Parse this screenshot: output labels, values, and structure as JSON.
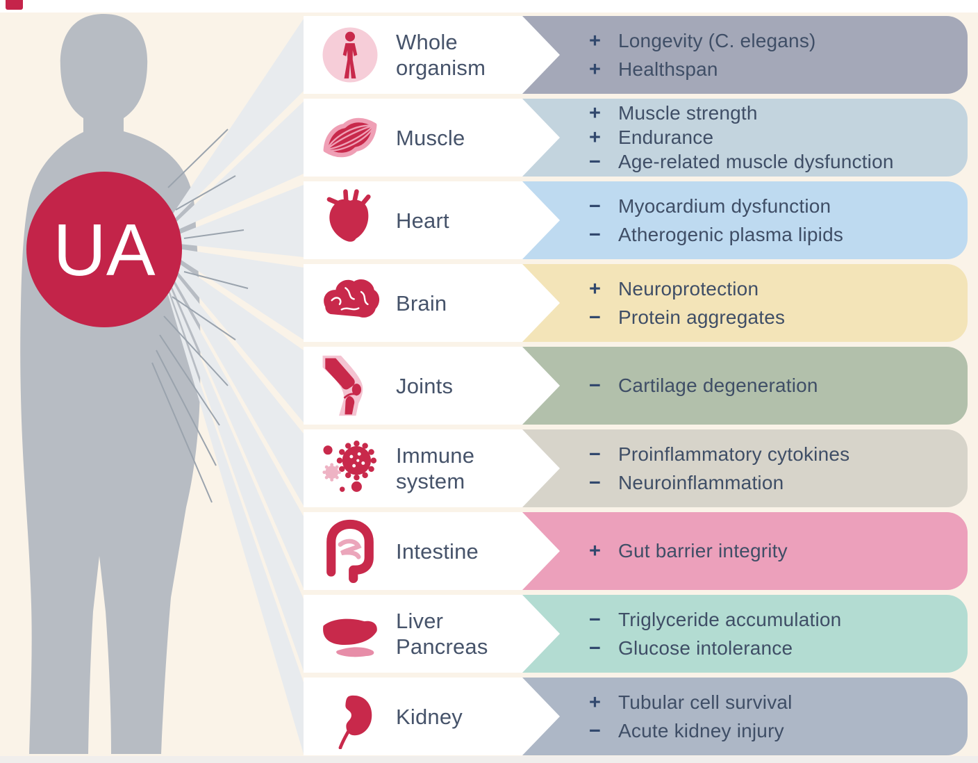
{
  "accent": "#c32449",
  "badge": {
    "label": "UA"
  },
  "rows": [
    {
      "organ": "Whole\norganism",
      "icon": "whole-organism-icon",
      "color": "#a4a8b8",
      "effects": [
        {
          "sign": "+",
          "text": "Longevity (C. elegans)"
        },
        {
          "sign": "+",
          "text": "Healthspan"
        }
      ]
    },
    {
      "organ": "Muscle",
      "icon": "muscle-icon",
      "color": "#c3d4de",
      "effects": [
        {
          "sign": "+",
          "text": "Muscle strength"
        },
        {
          "sign": "+",
          "text": "Endurance"
        },
        {
          "sign": "−",
          "text": "Age-related muscle dysfunction"
        }
      ]
    },
    {
      "organ": "Heart",
      "icon": "heart-icon",
      "color": "#bedaf0",
      "effects": [
        {
          "sign": "−",
          "text": "Myocardium dysfunction"
        },
        {
          "sign": "−",
          "text": "Atherogenic plasma lipids"
        }
      ]
    },
    {
      "organ": "Brain",
      "icon": "brain-icon",
      "color": "#f3e4b8",
      "effects": [
        {
          "sign": "+",
          "text": "Neuroprotection"
        },
        {
          "sign": "−",
          "text": "Protein aggregates"
        }
      ]
    },
    {
      "organ": "Joints",
      "icon": "joints-icon",
      "color": "#b2c0ab",
      "effects": [
        {
          "sign": "−",
          "text": "Cartilage degeneration"
        }
      ]
    },
    {
      "organ": "Immune\nsystem",
      "icon": "immune-system-icon",
      "color": "#d7d4ca",
      "effects": [
        {
          "sign": "−",
          "text": "Proinflammatory cytokines"
        },
        {
          "sign": "−",
          "text": "Neuroinflammation"
        }
      ]
    },
    {
      "organ": "Intestine",
      "icon": "intestine-icon",
      "color": "#eca0bb",
      "effects": [
        {
          "sign": "+",
          "text": "Gut barrier integrity"
        }
      ]
    },
    {
      "organ": "Liver\nPancreas",
      "icon": "liver-pancreas-icon",
      "color": "#b3dcd2",
      "effects": [
        {
          "sign": "−",
          "text": "Triglyceride accumulation"
        },
        {
          "sign": "−",
          "text": "Glucose intolerance"
        }
      ]
    },
    {
      "organ": "Kidney",
      "icon": "kidney-icon",
      "color": "#adb7c6",
      "effects": [
        {
          "sign": "+",
          "text": "Tubular cell survival"
        },
        {
          "sign": "−",
          "text": "Acute kidney injury"
        }
      ]
    }
  ]
}
